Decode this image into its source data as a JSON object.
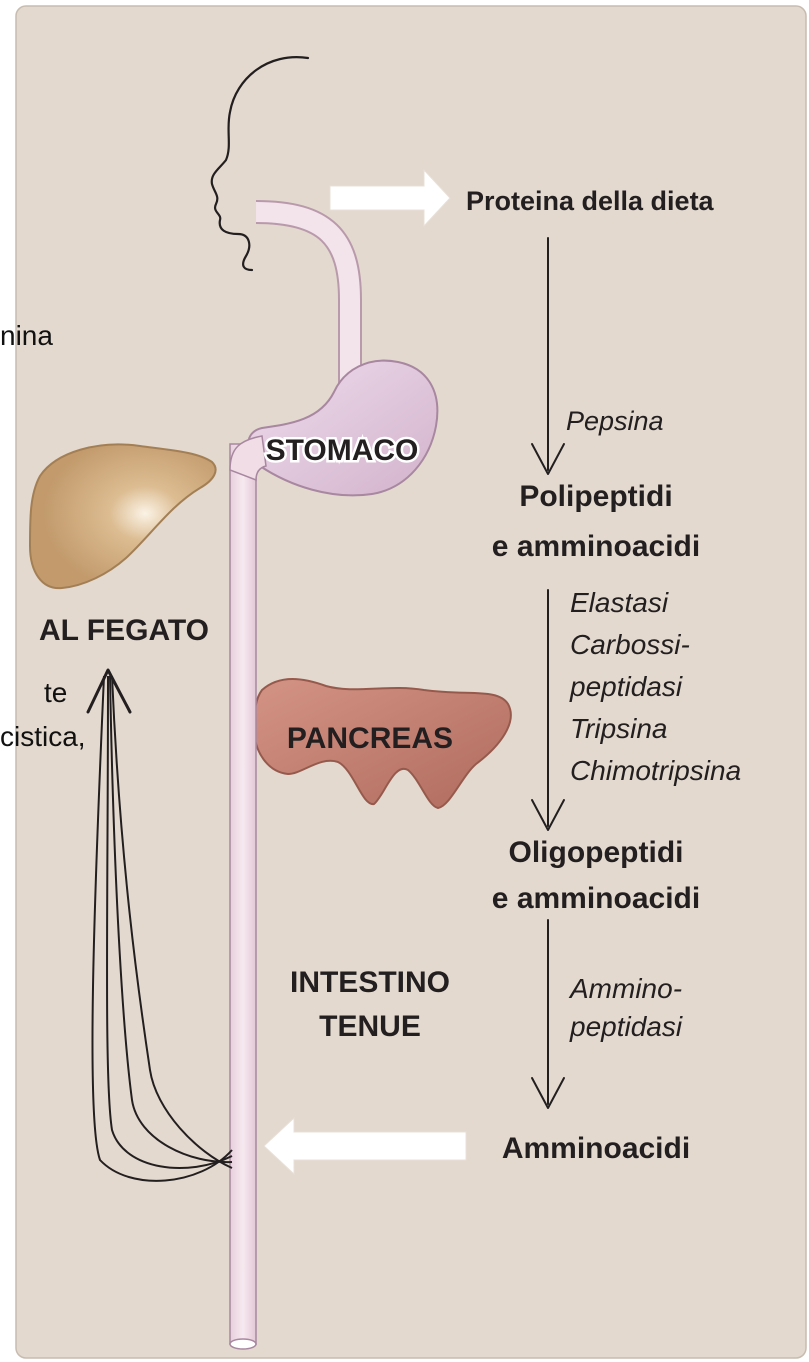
{
  "colors": {
    "panel": "#e3d9cf",
    "tube": "#f1dde6",
    "stomach": "#e5cce0",
    "liver": "#c9a173",
    "pancreas": "#c17e70",
    "ink": "#231f20"
  },
  "background_text": {
    "line1": "nina",
    "line2": "te",
    "line3": "cistica,"
  },
  "pathway": {
    "dietary_protein": "Proteina della dieta",
    "enzyme_1": "Pepsina",
    "product_1_line1": "Polipeptidi",
    "product_1_line2": "e amminoacidi",
    "enzymes_2": [
      "Elastasi",
      "Carbossi-",
      "peptidasi",
      "Tripsina",
      "Chimotripsina"
    ],
    "product_2_line1": "Oligopeptidi",
    "product_2_line2": "e amminoacidi",
    "enzymes_3": [
      "Ammino-",
      "peptidasi"
    ],
    "product_3": "Amminoacidi"
  },
  "organs": {
    "stomach": "STOMACO",
    "liver": "AL FEGATO",
    "pancreas": "PANCREAS",
    "small_intestine_line1": "INTESTINO",
    "small_intestine_line2": "TENUE"
  }
}
